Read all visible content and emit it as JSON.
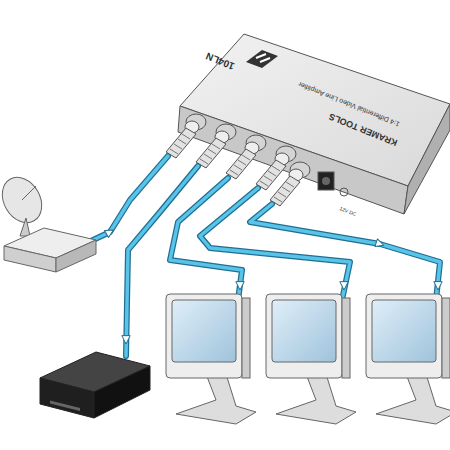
{
  "diagram": {
    "labels": [
      "104LN",
      "1:4 Differential Video Line Amplifier",
      "KRAMER TOOLS",
      "12V DC"
    ]
  }
}
